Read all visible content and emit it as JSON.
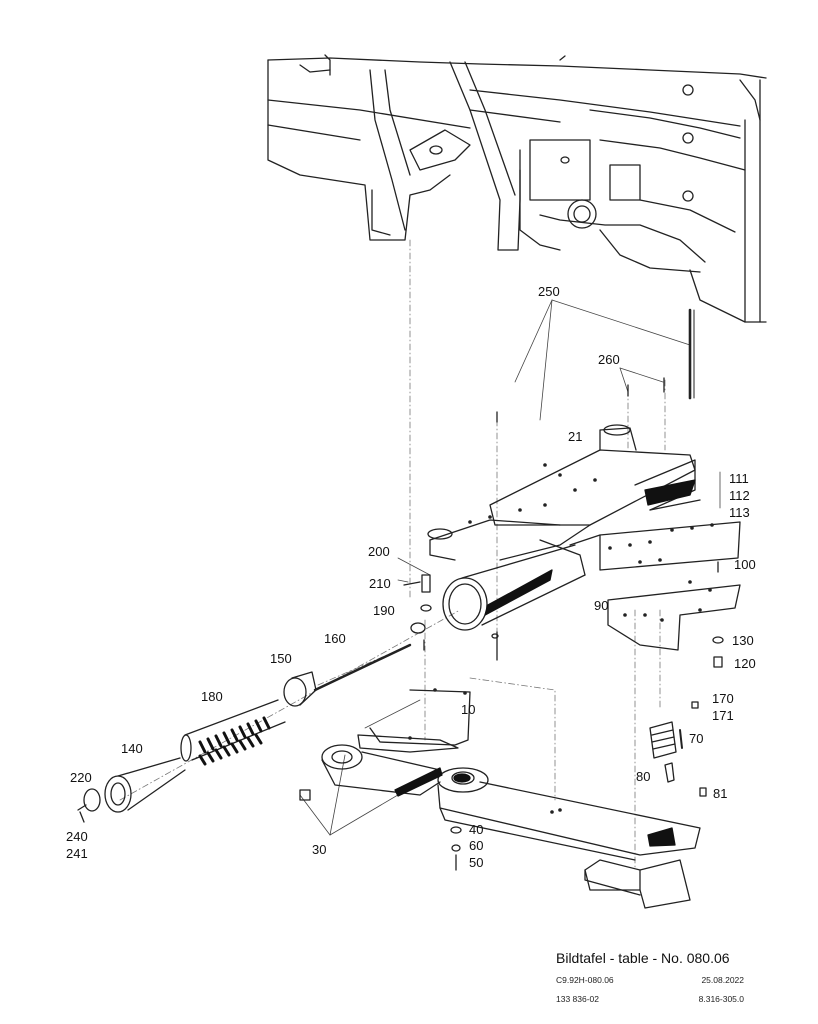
{
  "part_labels": [
    {
      "id": "250",
      "text": "250"
    },
    {
      "id": "260",
      "text": "260"
    },
    {
      "id": "21",
      "text": "21"
    },
    {
      "id": "111",
      "text": "111"
    },
    {
      "id": "112",
      "text": "112"
    },
    {
      "id": "113",
      "text": "113"
    },
    {
      "id": "200",
      "text": "200"
    },
    {
      "id": "210",
      "text": "210"
    },
    {
      "id": "100",
      "text": "100"
    },
    {
      "id": "190",
      "text": "190"
    },
    {
      "id": "90",
      "text": "90"
    },
    {
      "id": "160",
      "text": "160"
    },
    {
      "id": "130",
      "text": "130"
    },
    {
      "id": "150",
      "text": "150"
    },
    {
      "id": "120",
      "text": "120"
    },
    {
      "id": "180",
      "text": "180"
    },
    {
      "id": "170",
      "text": "170"
    },
    {
      "id": "171",
      "text": "171"
    },
    {
      "id": "10",
      "text": "10"
    },
    {
      "id": "140",
      "text": "140"
    },
    {
      "id": "70",
      "text": "70"
    },
    {
      "id": "80",
      "text": "80"
    },
    {
      "id": "220",
      "text": "220"
    },
    {
      "id": "81",
      "text": "81"
    },
    {
      "id": "240",
      "text": "240"
    },
    {
      "id": "241",
      "text": "241"
    },
    {
      "id": "40",
      "text": "40"
    },
    {
      "id": "60",
      "text": "60"
    },
    {
      "id": "30",
      "text": "30"
    },
    {
      "id": "50",
      "text": "50"
    }
  ],
  "title_block": {
    "title": "Bildtafel - table - No. 080.06",
    "drawing_code": "C9.92H-080.06",
    "date": "25.08.2022",
    "part_number": "133 836-02",
    "reference": "8.316-305.0"
  }
}
